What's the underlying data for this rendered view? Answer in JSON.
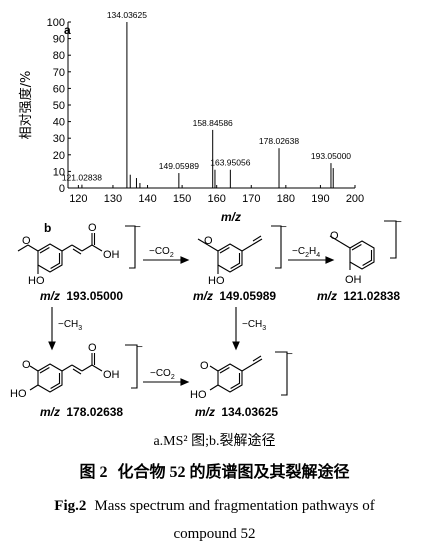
{
  "panel_a": {
    "label": "a",
    "ylabel": "相对强度/%",
    "xlabel": "m/z"
  },
  "panel_b": {
    "label": "b",
    "loss_co2_1": "−CO",
    "loss_co2_2": "−CO",
    "loss_c2h4": "−C",
    "loss_ch3_1": "−CH",
    "loss_ch3_2": "−CH",
    "loss_co2_sub": "2",
    "loss_c2h4_sub1": "2",
    "loss_c2h4_sub2": "H",
    "loss_c2h4_sub3": "4",
    "loss_ch3_sub": "3",
    "charge": "−",
    "oh_label": "OH",
    "ho_label": "HO",
    "o_label": "O",
    "mz_italic": "m/z",
    "mz193": "193.05000",
    "mz149": "149.05989",
    "mz121": "121.02838",
    "mz178": "178.02638",
    "mz134": "134.03625"
  },
  "captions": {
    "sub": "a.MS² 图;b.裂解途径",
    "cn_num": "图 2",
    "cn_text": "化合物 52 的质谱图及其裂解途径",
    "en_fig": "Fig.2",
    "en_line1": "Mass spectrum and fragmentation pathways of",
    "en_line2": "compound 52"
  },
  "chart_data": {
    "type": "bar",
    "title": "",
    "xlabel": "m/z",
    "ylabel": "相对强度/%",
    "xlim": [
      117,
      200
    ],
    "ylim": [
      0,
      100
    ],
    "xticks": [
      120,
      130,
      140,
      150,
      160,
      170,
      180,
      190,
      200
    ],
    "yticks": [
      0,
      10,
      20,
      30,
      40,
      50,
      60,
      70,
      80,
      90,
      100
    ],
    "peaks": [
      {
        "x": 121.02838,
        "y": 2,
        "label": "121.02838"
      },
      {
        "x": 134.03625,
        "y": 100,
        "label": "134.03625"
      },
      {
        "x": 135.0,
        "y": 8,
        "label": ""
      },
      {
        "x": 136.8,
        "y": 6,
        "label": ""
      },
      {
        "x": 137.8,
        "y": 3,
        "label": ""
      },
      {
        "x": 149.05989,
        "y": 9,
        "label": "149.05989"
      },
      {
        "x": 158.84586,
        "y": 35,
        "label": "158.84586"
      },
      {
        "x": 159.5,
        "y": 11,
        "label": ""
      },
      {
        "x": 163.95056,
        "y": 11,
        "label": "163.95056"
      },
      {
        "x": 178.02638,
        "y": 24,
        "label": "178.02638"
      },
      {
        "x": 193.05,
        "y": 15,
        "label": "193.05000"
      },
      {
        "x": 193.7,
        "y": 12,
        "label": ""
      }
    ]
  }
}
